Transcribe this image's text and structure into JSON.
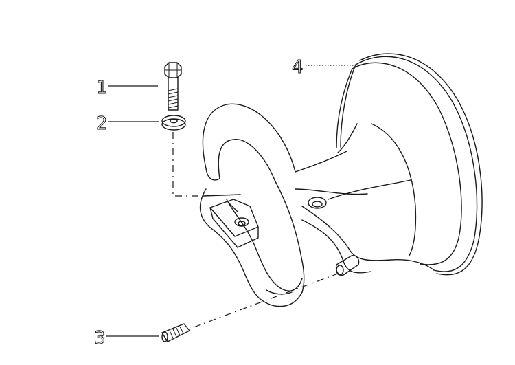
{
  "callouts": [
    {
      "id": "1",
      "label": "1",
      "part": "bolt"
    },
    {
      "id": "2",
      "label": "2",
      "part": "washer"
    },
    {
      "id": "3",
      "label": "3",
      "part": "screw"
    },
    {
      "id": "4",
      "label": "4",
      "part": "bracket"
    }
  ],
  "colors": {
    "ink": "#1a1a1a",
    "background": "#ffffff"
  }
}
